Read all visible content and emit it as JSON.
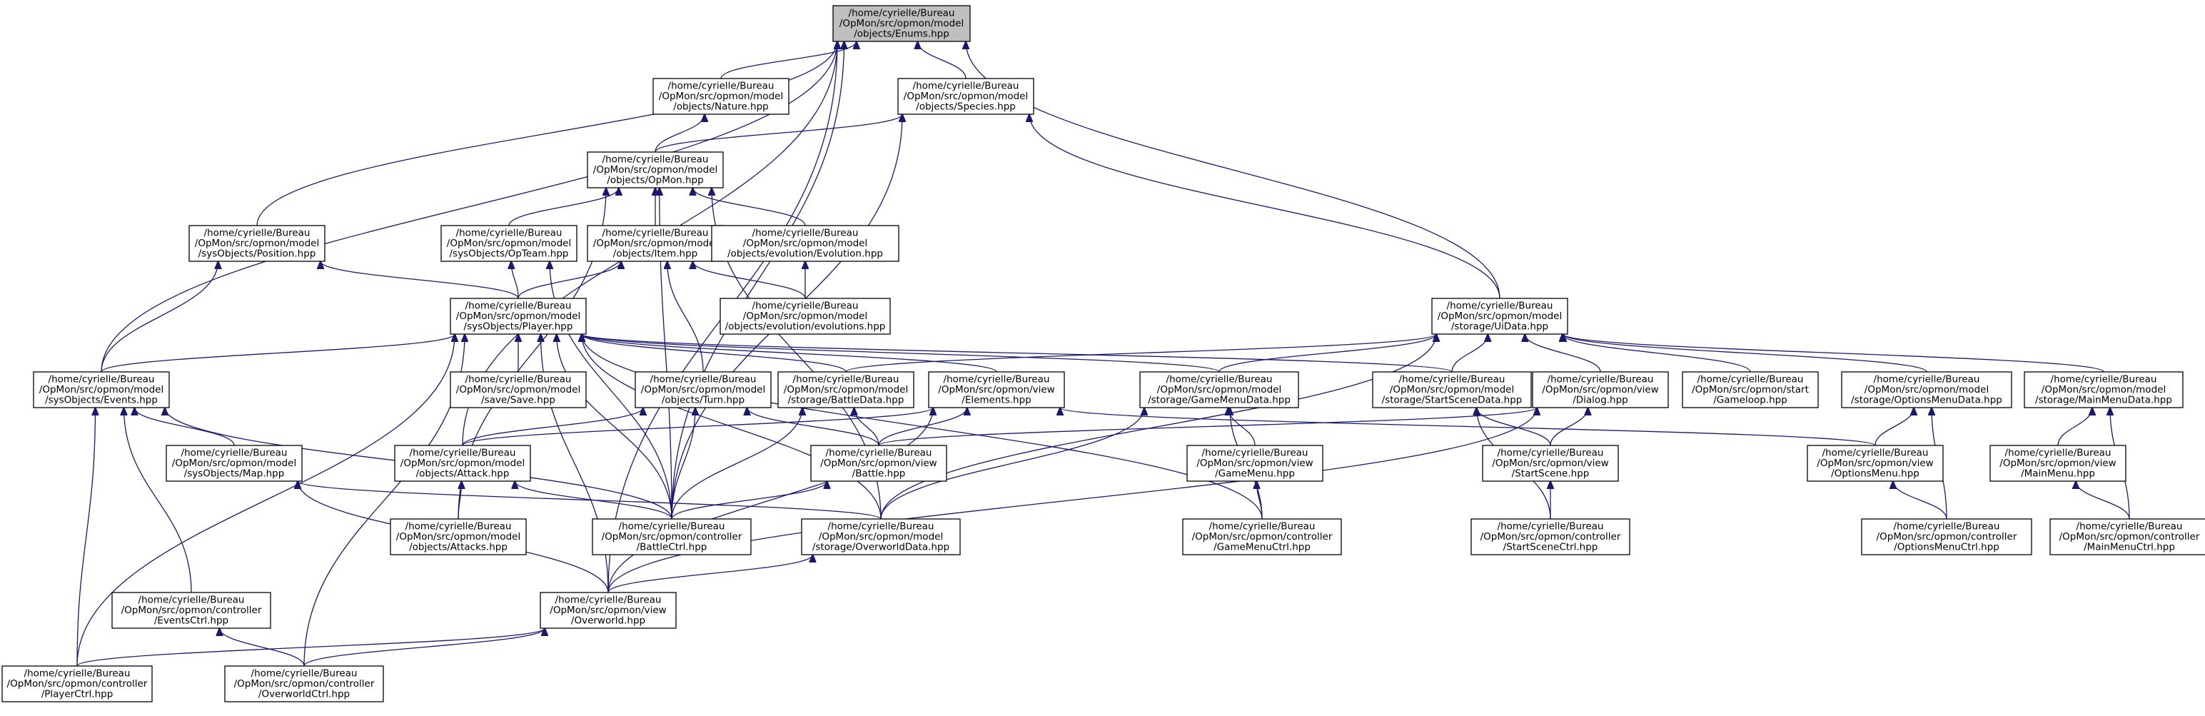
{
  "diagram": {
    "colors": {
      "edge": "#191970",
      "root_fill": "#bfbfbf",
      "node_fill": "#ffffff",
      "border": "#000000"
    },
    "nodes": [
      {
        "id": "enums",
        "lines": [
          "/home/cyrielle/Bureau",
          "/OpMon/src/opmon/model",
          "/objects/Enums.hpp"
        ],
        "root": true
      },
      {
        "id": "nature",
        "lines": [
          "/home/cyrielle/Bureau",
          "/OpMon/src/opmon/model",
          "/objects/Nature.hpp"
        ]
      },
      {
        "id": "species",
        "lines": [
          "/home/cyrielle/Bureau",
          "/OpMon/src/opmon/model",
          "/objects/Species.hpp"
        ]
      },
      {
        "id": "opmon",
        "lines": [
          "/home/cyrielle/Bureau",
          "/OpMon/src/opmon/model",
          "/objects/OpMon.hpp"
        ]
      },
      {
        "id": "position",
        "lines": [
          "/home/cyrielle/Bureau",
          "/OpMon/src/opmon/model",
          "/sysObjects/Position.hpp"
        ]
      },
      {
        "id": "opteam",
        "lines": [
          "/home/cyrielle/Bureau",
          "/OpMon/src/opmon/model",
          "/sysObjects/OpTeam.hpp"
        ]
      },
      {
        "id": "item",
        "lines": [
          "/home/cyrielle/Bureau",
          "/OpMon/src/opmon/model",
          "/objects/Item.hpp"
        ]
      },
      {
        "id": "evolution",
        "lines": [
          "/home/cyrielle/Bureau",
          "/OpMon/src/opmon/model",
          "/objects/evolution/Evolution.hpp"
        ]
      },
      {
        "id": "evolutions",
        "lines": [
          "/home/cyrielle/Bureau",
          "/OpMon/src/opmon/model",
          "/objects/evolution/evolutions.hpp"
        ]
      },
      {
        "id": "uidata",
        "lines": [
          "/home/cyrielle/Bureau",
          "/OpMon/src/opmon/model",
          "/storage/UiData.hpp"
        ]
      },
      {
        "id": "player",
        "lines": [
          "/home/cyrielle/Bureau",
          "/OpMon/src/opmon/model",
          "/sysObjects/Player.hpp"
        ]
      },
      {
        "id": "events",
        "lines": [
          "/home/cyrielle/Bureau",
          "/OpMon/src/opmon/model",
          "/sysObjects/Events.hpp"
        ]
      },
      {
        "id": "save",
        "lines": [
          "/home/cyrielle/Bureau",
          "/OpMon/src/opmon/model",
          "/save/Save.hpp"
        ]
      },
      {
        "id": "turn",
        "lines": [
          "/home/cyrielle/Bureau",
          "/OpMon/src/opmon/model",
          "/objects/Turn.hpp"
        ]
      },
      {
        "id": "battledata",
        "lines": [
          "/home/cyrielle/Bureau",
          "/OpMon/src/opmon/model",
          "/storage/BattleData.hpp"
        ]
      },
      {
        "id": "elements",
        "lines": [
          "/home/cyrielle/Bureau",
          "/OpMon/src/opmon/view",
          "/Elements.hpp"
        ]
      },
      {
        "id": "gamemenudata",
        "lines": [
          "/home/cyrielle/Bureau",
          "/OpMon/src/opmon/model",
          "/storage/GameMenuData.hpp"
        ]
      },
      {
        "id": "startscenedata",
        "lines": [
          "/home/cyrielle/Bureau",
          "/OpMon/src/opmon/model",
          "/storage/StartSceneData.hpp"
        ]
      },
      {
        "id": "dialog",
        "lines": [
          "/home/cyrielle/Bureau",
          "/OpMon/src/opmon/view",
          "/Dialog.hpp"
        ]
      },
      {
        "id": "gameloop",
        "lines": [
          "/home/cyrielle/Bureau",
          "/OpMon/src/opmon/start",
          "/Gameloop.hpp"
        ]
      },
      {
        "id": "optionsmenudata",
        "lines": [
          "/home/cyrielle/Bureau",
          "/OpMon/src/opmon/model",
          "/storage/OptionsMenuData.hpp"
        ]
      },
      {
        "id": "mainmenudata",
        "lines": [
          "/home/cyrielle/Bureau",
          "/OpMon/src/opmon/model",
          "/storage/MainMenuData.hpp"
        ]
      },
      {
        "id": "map",
        "lines": [
          "/home/cyrielle/Bureau",
          "/OpMon/src/opmon/model",
          "/sysObjects/Map.hpp"
        ]
      },
      {
        "id": "attack",
        "lines": [
          "/home/cyrielle/Bureau",
          "/OpMon/src/opmon/model",
          "/objects/Attack.hpp"
        ]
      },
      {
        "id": "battle",
        "lines": [
          "/home/cyrielle/Bureau",
          "/OpMon/src/opmon/view",
          "/Battle.hpp"
        ]
      },
      {
        "id": "gamemenu",
        "lines": [
          "/home/cyrielle/Bureau",
          "/OpMon/src/opmon/view",
          "/GameMenu.hpp"
        ]
      },
      {
        "id": "startscene",
        "lines": [
          "/home/cyrielle/Bureau",
          "/OpMon/src/opmon/view",
          "/StartScene.hpp"
        ]
      },
      {
        "id": "optionsmenu",
        "lines": [
          "/home/cyrielle/Bureau",
          "/OpMon/src/opmon/view",
          "/OptionsMenu.hpp"
        ]
      },
      {
        "id": "mainmenu",
        "lines": [
          "/home/cyrielle/Bureau",
          "/OpMon/src/opmon/view",
          "/MainMenu.hpp"
        ]
      },
      {
        "id": "attacks",
        "lines": [
          "/home/cyrielle/Bureau",
          "/OpMon/src/opmon/model",
          "/objects/Attacks.hpp"
        ]
      },
      {
        "id": "battlectrl",
        "lines": [
          "/home/cyrielle/Bureau",
          "/OpMon/src/opmon/controller",
          "/BattleCtrl.hpp"
        ]
      },
      {
        "id": "overworlddata",
        "lines": [
          "/home/cyrielle/Bureau",
          "/OpMon/src/opmon/model",
          "/storage/OverworldData.hpp"
        ]
      },
      {
        "id": "gamemenuctrl",
        "lines": [
          "/home/cyrielle/Bureau",
          "/OpMon/src/opmon/controller",
          "/GameMenuCtrl.hpp"
        ]
      },
      {
        "id": "startscenectrl",
        "lines": [
          "/home/cyrielle/Bureau",
          "/OpMon/src/opmon/controller",
          "/StartSceneCtrl.hpp"
        ]
      },
      {
        "id": "optionsmenuctrl",
        "lines": [
          "/home/cyrielle/Bureau",
          "/OpMon/src/opmon/controller",
          "/OptionsMenuCtrl.hpp"
        ]
      },
      {
        "id": "mainmenuctrl",
        "lines": [
          "/home/cyrielle/Bureau",
          "/OpMon/src/opmon/controller",
          "/MainMenuCtrl.hpp"
        ]
      },
      {
        "id": "eventsctrl",
        "lines": [
          "/home/cyrielle/Bureau",
          "/OpMon/src/opmon/controller",
          "/EventsCtrl.hpp"
        ]
      },
      {
        "id": "overworld",
        "lines": [
          "/home/cyrielle/Bureau",
          "/OpMon/src/opmon/view",
          "/Overworld.hpp"
        ]
      },
      {
        "id": "playerctrl",
        "lines": [
          "/home/cyrielle/Bureau",
          "/OpMon/src/opmon/controller",
          "/PlayerCtrl.hpp"
        ]
      },
      {
        "id": "overworldctrl",
        "lines": [
          "/home/cyrielle/Bureau",
          "/OpMon/src/opmon/controller",
          "/OverworldCtrl.hpp"
        ]
      }
    ],
    "edges": [
      [
        "nature",
        "enums"
      ],
      [
        "species",
        "enums"
      ],
      [
        "position",
        "enums"
      ],
      [
        "events",
        "enums"
      ],
      [
        "attack",
        "enums"
      ],
      [
        "battlectrl",
        "enums"
      ],
      [
        "uidata",
        "enums"
      ],
      [
        "overworld",
        "enums"
      ],
      [
        "opmon",
        "nature"
      ],
      [
        "opmon",
        "species"
      ],
      [
        "uidata",
        "species"
      ],
      [
        "battlectrl",
        "species"
      ],
      [
        "opteam",
        "opmon"
      ],
      [
        "item",
        "opmon"
      ],
      [
        "evolution",
        "opmon"
      ],
      [
        "attacks",
        "opmon"
      ],
      [
        "battlectrl",
        "opmon"
      ],
      [
        "overworlddata",
        "opmon"
      ],
      [
        "player",
        "position"
      ],
      [
        "events",
        "position"
      ],
      [
        "player",
        "opteam"
      ],
      [
        "battlectrl",
        "opteam"
      ],
      [
        "player",
        "item"
      ],
      [
        "evolutions",
        "item"
      ],
      [
        "turn",
        "item"
      ],
      [
        "evolutions",
        "evolution"
      ],
      [
        "events",
        "player"
      ],
      [
        "save",
        "player"
      ],
      [
        "battledata",
        "player"
      ],
      [
        "elements",
        "player"
      ],
      [
        "gamemenudata",
        "player"
      ],
      [
        "startscenedata",
        "player"
      ],
      [
        "playerctrl",
        "player"
      ],
      [
        "overworldctrl",
        "player"
      ],
      [
        "overworld",
        "player"
      ],
      [
        "overworlddata",
        "player"
      ],
      [
        "battlectrl",
        "player"
      ],
      [
        "gamemenuctrl",
        "player"
      ],
      [
        "battledata",
        "uidata"
      ],
      [
        "gamemenudata",
        "uidata"
      ],
      [
        "startscenedata",
        "uidata"
      ],
      [
        "dialog",
        "uidata"
      ],
      [
        "gameloop",
        "uidata"
      ],
      [
        "optionsmenudata",
        "uidata"
      ],
      [
        "mainmenudata",
        "uidata"
      ],
      [
        "overworlddata",
        "uidata"
      ],
      [
        "map",
        "events"
      ],
      [
        "eventsctrl",
        "events"
      ],
      [
        "playerctrl",
        "events"
      ],
      [
        "battlectrl",
        "events"
      ],
      [
        "attack",
        "turn"
      ],
      [
        "battle",
        "turn"
      ],
      [
        "battlectrl",
        "turn"
      ],
      [
        "battle",
        "battledata"
      ],
      [
        "battlectrl",
        "battledata"
      ],
      [
        "battle",
        "elements"
      ],
      [
        "attack",
        "elements"
      ],
      [
        "optionsmenu",
        "elements"
      ],
      [
        "overworld",
        "elements"
      ],
      [
        "gamemenu",
        "gamemenudata"
      ],
      [
        "gamemenuctrl",
        "gamemenudata"
      ],
      [
        "overworlddata",
        "gamemenudata"
      ],
      [
        "startscene",
        "startscenedata"
      ],
      [
        "startscenectrl",
        "startscenedata"
      ],
      [
        "startscene",
        "dialog"
      ],
      [
        "battle",
        "dialog"
      ],
      [
        "overworld",
        "dialog"
      ],
      [
        "optionsmenu",
        "optionsmenudata"
      ],
      [
        "optionsmenuctrl",
        "optionsmenudata"
      ],
      [
        "mainmenu",
        "mainmenudata"
      ],
      [
        "mainmenuctrl",
        "mainmenudata"
      ],
      [
        "overworlddata",
        "map"
      ],
      [
        "overworld",
        "map"
      ],
      [
        "attacks",
        "attack"
      ],
      [
        "battlectrl",
        "attack"
      ],
      [
        "battlectrl",
        "battle"
      ],
      [
        "gamemenuctrl",
        "gamemenu"
      ],
      [
        "startscenectrl",
        "startscene"
      ],
      [
        "optionsmenuctrl",
        "optionsmenu"
      ],
      [
        "mainmenuctrl",
        "mainmenu"
      ],
      [
        "overworld",
        "overworlddata"
      ],
      [
        "overworldctrl",
        "eventsctrl"
      ],
      [
        "playerctrl",
        "overworld"
      ],
      [
        "overworldctrl",
        "overworld"
      ]
    ]
  }
}
